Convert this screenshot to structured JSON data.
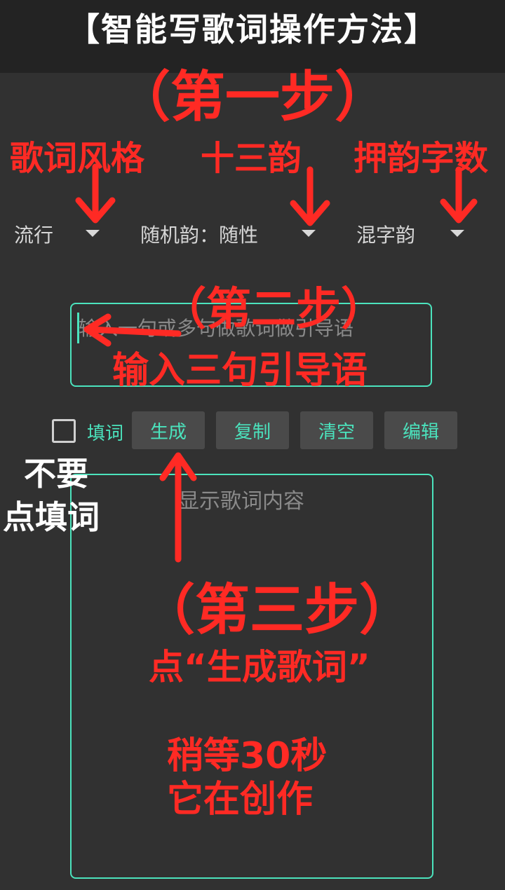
{
  "header": {
    "title": "【智能写歌词操作方法】"
  },
  "annotations": {
    "step1": "（第一步）",
    "label_style": "歌词风格",
    "label_rhyme": "十三韵",
    "label_count": "押韵字数",
    "step2": "（第二步）",
    "input_tip": "输入三句引导语",
    "no_fill_line1": "不要",
    "no_fill_line2": "点填词",
    "step3": "（第三步）",
    "step3_desc": "点“生成歌词”",
    "wait_line1": "稍等30秒",
    "wait_line2": "它在创作"
  },
  "dropdowns": {
    "style": "流行",
    "rhyme": "随机韵：随性",
    "count": "混字韵"
  },
  "input": {
    "placeholder": "输入一句或多句做歌词做引导语"
  },
  "controls": {
    "fill_label": "填词",
    "generate": "生成",
    "copy": "复制",
    "clear": "清空",
    "edit": "编辑"
  },
  "output": {
    "placeholder": "显示歌词内容"
  },
  "colors": {
    "accent": "#4be3bd",
    "annotation_red": "#ff2a24",
    "background": "#313131",
    "header_bg": "#232323"
  }
}
